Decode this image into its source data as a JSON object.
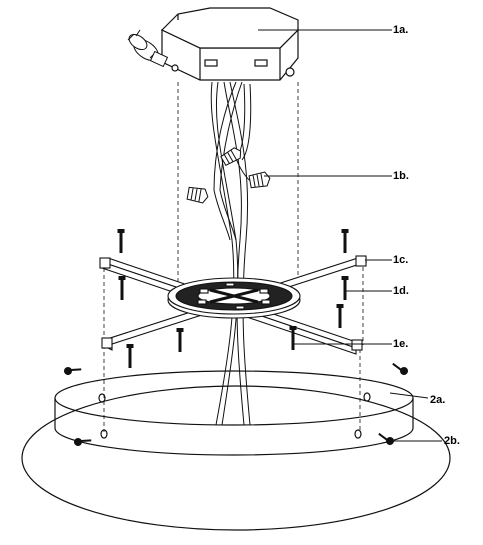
{
  "callouts": {
    "c1a": "1a.",
    "c1b": "1b.",
    "c1c": "1c.",
    "c1d": "1d.",
    "c1e": "1e.",
    "c2a": "2a.",
    "c2b": "2b."
  },
  "colors": {
    "stroke": "#111111",
    "background": "#ffffff",
    "wire_nut_fill": "#ffffff"
  },
  "parts": {
    "junction_box": "octagonal-junction-box",
    "wire_nuts": "wire-nut-connectors",
    "mounting_bracket": "cross-mounting-bracket",
    "bracket_screws": "bracket-screws",
    "center_plate": "center-mounting-plate",
    "canopy_ring": "canopy-ring",
    "ring_screws": "ring-screws"
  }
}
